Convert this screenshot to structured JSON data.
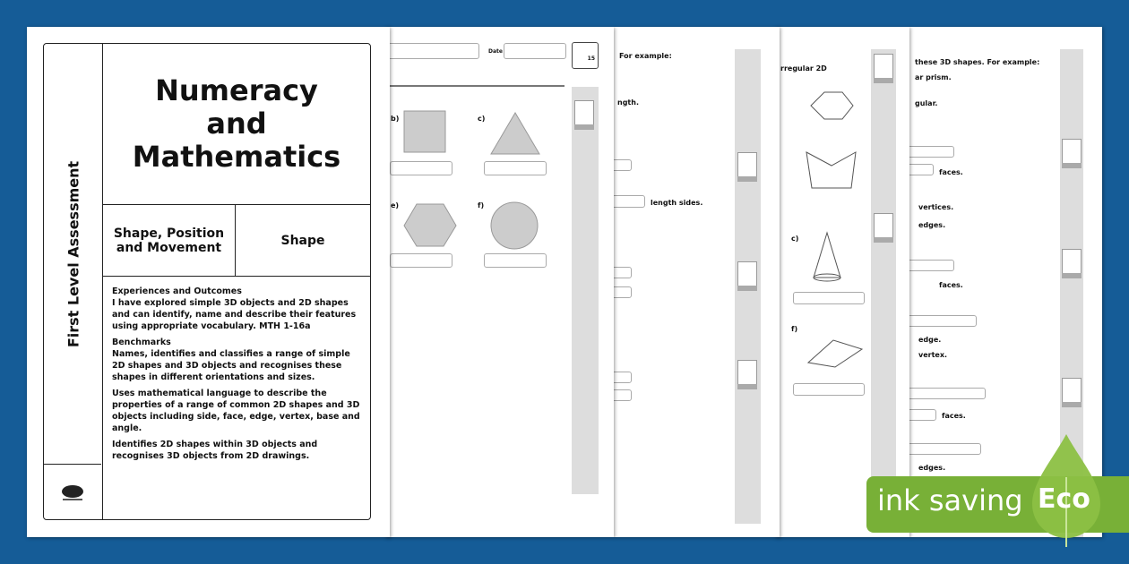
{
  "cover": {
    "side_title": "First Level Assessment",
    "title_lines": [
      "Numeracy",
      "and",
      "Mathematics"
    ],
    "topic": "Shape, Position and Movement",
    "subtopic": "Shape",
    "experiences_heading": "Experiences and Outcomes",
    "experiences_text": "I have explored simple 3D objects and 2D shapes and can identify, name and describe their features using appropriate vocabulary.  MTH 1-16a",
    "benchmarks_heading": "Benchmarks",
    "benchmarks": [
      "Names, identifies and classifies a range of simple 2D shapes and 3D objects and recognises these shapes in different orientations and sizes.",
      "Uses mathematical language to describe the properties of a range of common 2D shapes and 3D objects including side, face, edge, vertex, base and angle.",
      "Identifies 2D shapes within 3D objects and recognises 3D objects from 2D drawings."
    ]
  },
  "page2": {
    "date_label": "Date",
    "score": "15",
    "labels": [
      "b)",
      "c)",
      "e)",
      "f)"
    ]
  },
  "page3": {
    "lines": [
      "For example:",
      "ngth.",
      "length sides."
    ]
  },
  "page4": {
    "lines": [
      "rregular 2D",
      "c)",
      "f)"
    ]
  },
  "page5": {
    "lines": [
      "these 3D shapes. For example:",
      "ar prism.",
      "gular.",
      "faces.",
      "vertices.",
      "edges.",
      "faces.",
      "edge.",
      "vertex.",
      "faces.",
      "edges."
    ]
  },
  "badge": {
    "text": "ink saving",
    "eco": "Eco",
    "color": "#78b037"
  }
}
